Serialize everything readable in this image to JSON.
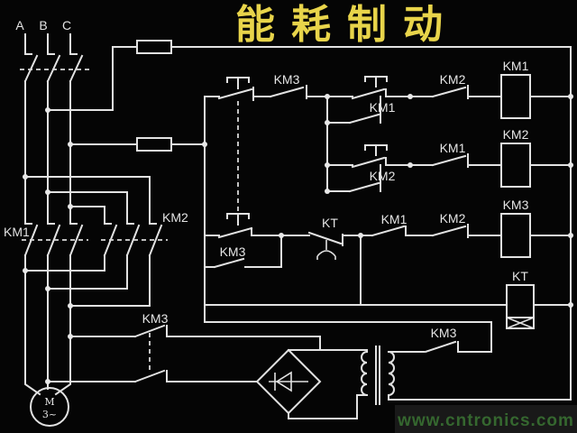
{
  "title": "能耗制动",
  "watermark": "www.cntronics.com",
  "colors": {
    "background": "#050505",
    "line": "#e2e2e2",
    "title_yellow": "#e8d44a",
    "watermark_green": "#35672f"
  },
  "labels": {
    "phase_a": "A",
    "phase_b": "B",
    "phase_c": "C",
    "km1_main": "KM1",
    "km2_main": "KM2",
    "km3_brake": "KM3",
    "motor_m": "M",
    "motor_phase": "3~",
    "r1_km3_nc": "KM3",
    "r1_km1_hold": "KM1",
    "r1_km2_nc": "KM2",
    "km1_coil": "KM1",
    "r2_km2_hold": "KM2",
    "r2_km1_nc": "KM1",
    "km2_coil": "KM2",
    "r3_km3_hold": "KM3",
    "r3_kt_contact": "KT",
    "r3_km1_no": "KM1",
    "r3_km2_nc": "KM2",
    "km3_coil": "KM3",
    "kt_coil": "KT",
    "transformer_km3": "KM3"
  }
}
